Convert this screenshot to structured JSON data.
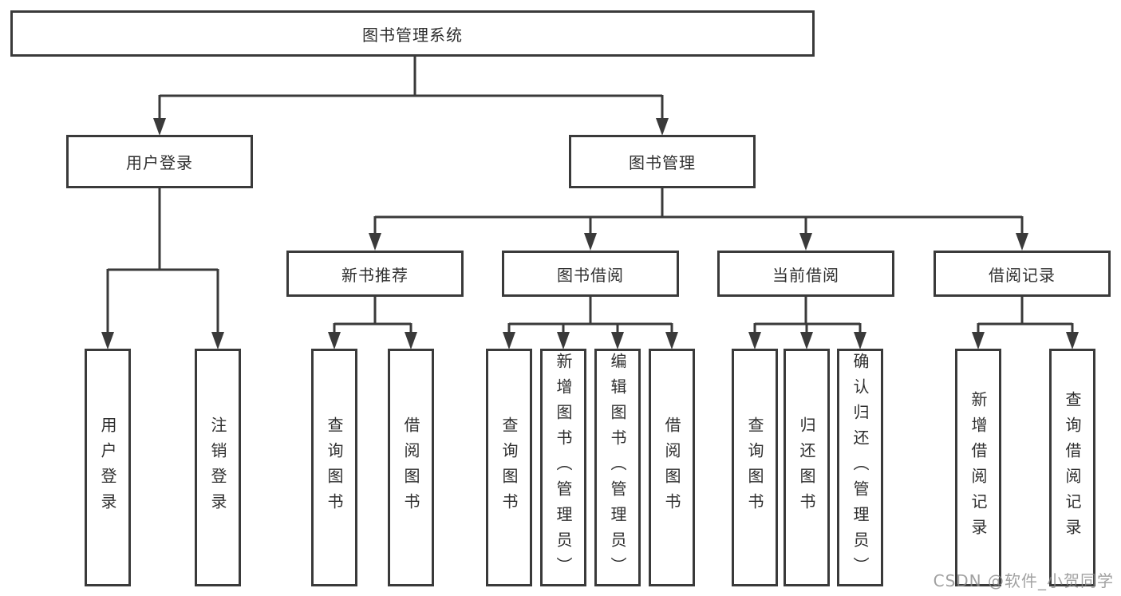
{
  "diagram_type": "hierarchy-tree",
  "colors": {
    "line": "#3a3a3a",
    "text": "#2f2f2f",
    "background": "#ffffff",
    "watermark": "#8a8a8a"
  },
  "tree": {
    "label": "图书管理系统",
    "children": [
      {
        "label": "用户登录",
        "children": [
          {
            "label": "用户登录"
          },
          {
            "label": "注销登录"
          }
        ]
      },
      {
        "label": "图书管理",
        "children": [
          {
            "label": "新书推荐",
            "children": [
              {
                "label": "查询图书"
              },
              {
                "label": "借阅图书"
              }
            ]
          },
          {
            "label": "图书借阅",
            "children": [
              {
                "label": "查询图书"
              },
              {
                "label": "新增图书（管理员）"
              },
              {
                "label": "编辑图书（管理员）"
              },
              {
                "label": "借阅图书"
              }
            ]
          },
          {
            "label": "当前借阅",
            "children": [
              {
                "label": "查询图书"
              },
              {
                "label": "归还图书"
              },
              {
                "label": "确认归还（管理员）"
              }
            ]
          },
          {
            "label": "借阅记录",
            "children": [
              {
                "label": "新增借阅记录"
              },
              {
                "label": "查询借阅记录"
              }
            ]
          }
        ]
      }
    ]
  },
  "watermark": "CSDN @软件_小贺同学"
}
